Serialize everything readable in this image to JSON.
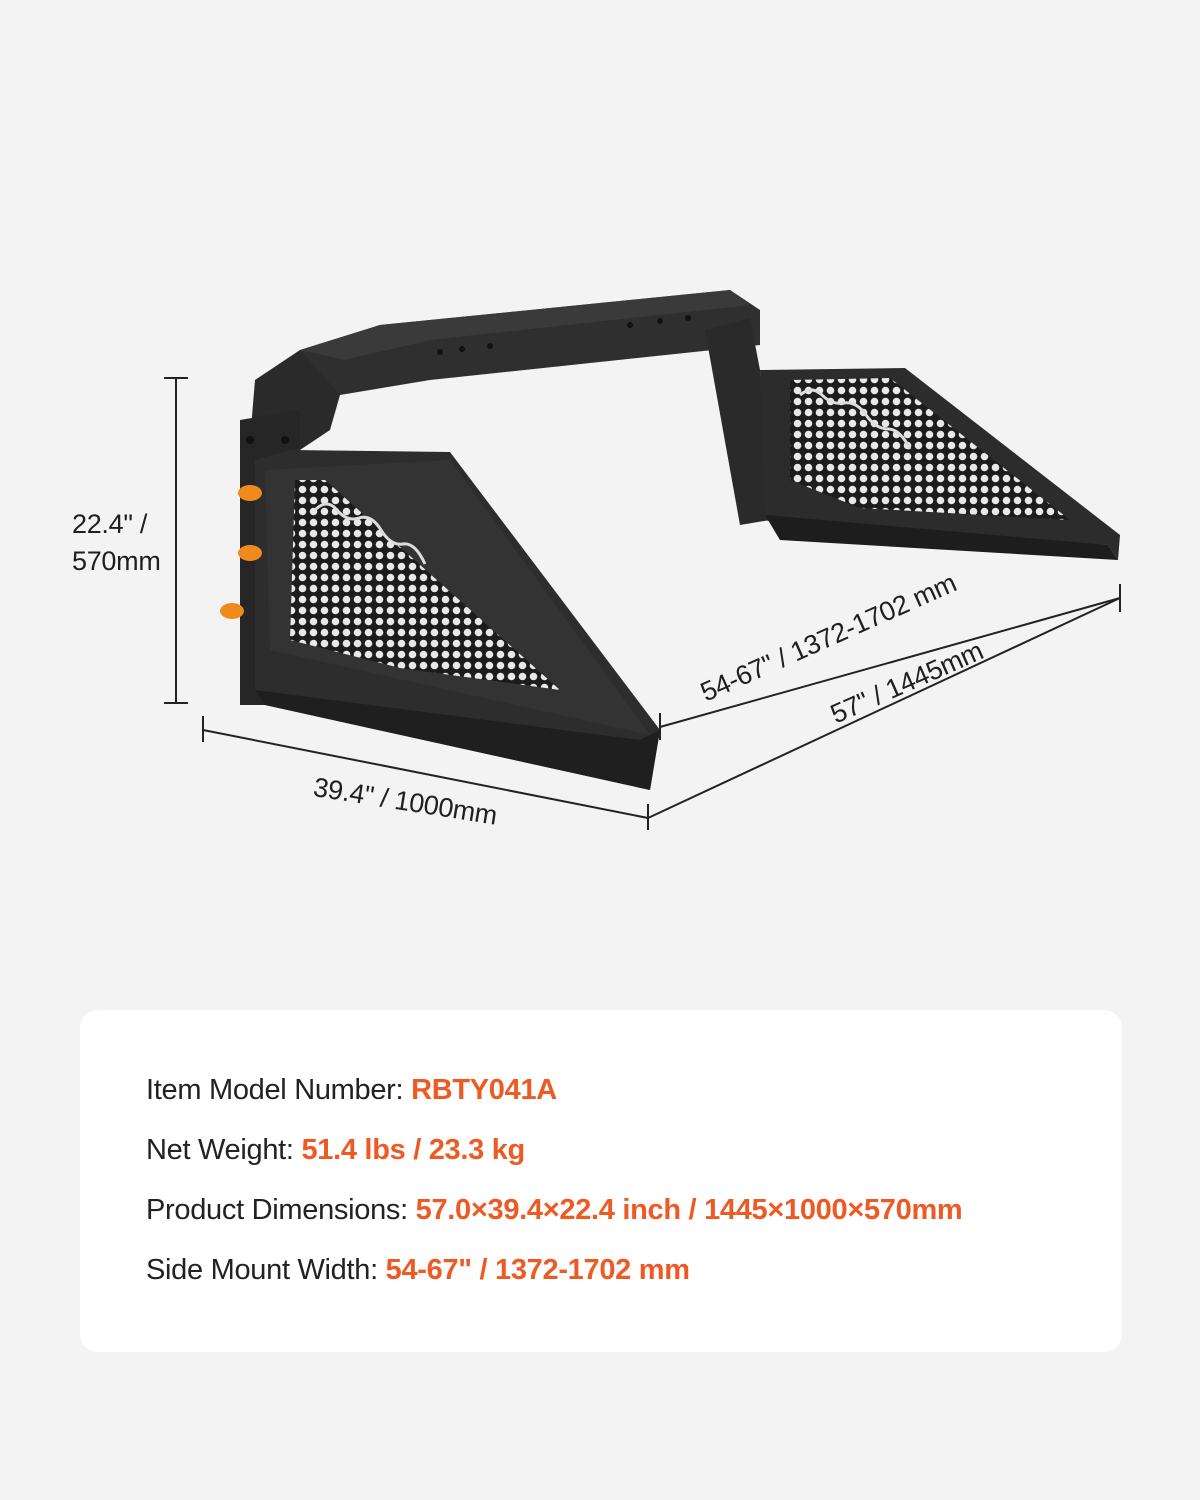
{
  "dimensions": {
    "height_line1": "22.4\" /",
    "height_line2": "570mm",
    "depth": "39.4\" / 1000mm",
    "side_mount": "54-67\" / 1372-1702 mm",
    "width": "57\" / 1445mm"
  },
  "specs": [
    {
      "label": "Item Model Number: ",
      "value": "RBTY041A"
    },
    {
      "label": "Net Weight: ",
      "value": "51.4 lbs / 23.3 kg"
    },
    {
      "label": "Product Dimensions: ",
      "value": "57.0×39.4×22.4 inch / 1445×1000×570mm"
    },
    {
      "label": "Side Mount Width: ",
      "value": "54-67\" / 1372-1702 mm"
    }
  ],
  "colors": {
    "accent": "#ee5a24",
    "steel": "#2b2b2b",
    "amber": "#f08a1c"
  }
}
